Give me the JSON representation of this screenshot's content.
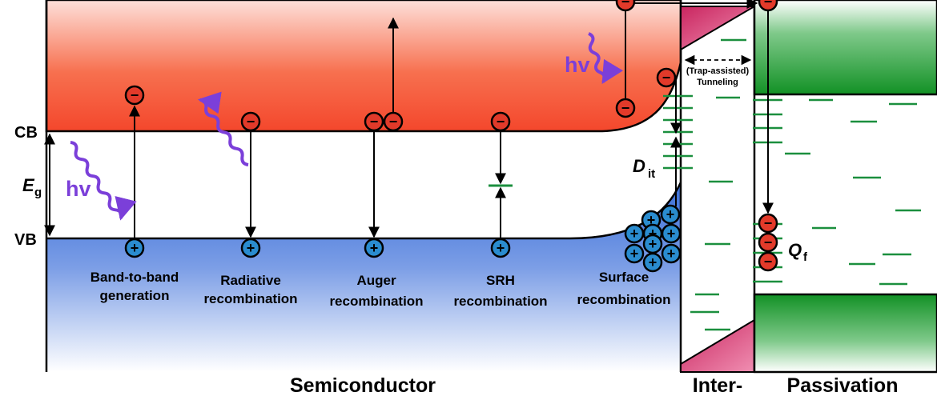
{
  "band_labels": {
    "cb": "CB",
    "vb": "VB",
    "eg_main": "E",
    "eg_sub": "g",
    "dit_main": "D",
    "dit_sub": "it",
    "qf_main": "Q",
    "qf_sub": "f"
  },
  "photon_label": "hv",
  "mechanisms": [
    {
      "line1": "Band-to-band",
      "line2": "generation"
    },
    {
      "line1": "Radiative",
      "line2": "recombination"
    },
    {
      "line1": "Auger",
      "line2": "recombination"
    },
    {
      "line1": "SRH",
      "line2": "recombination"
    },
    {
      "line1": "Surface",
      "line2": "recombination"
    }
  ],
  "tunneling": {
    "line1": "(Trap-assisted)",
    "line2": "Tunneling"
  },
  "regions": {
    "semiconductor": "Semiconductor",
    "interlayer": "Inter-",
    "passivation": "Passivation"
  },
  "carrier_symbols": {
    "electron": "−",
    "hole": "+"
  },
  "colors": {
    "conduction_band": "#f4472c",
    "valence_band": "#3a6fd8",
    "passivation": "#1b8f2a",
    "interlayer_charge": "#d43a73",
    "photon": "#7b3fd9",
    "trap_level": "#1b8f3e",
    "electron": "#e23a2a",
    "hole": "#2a8ccf"
  }
}
